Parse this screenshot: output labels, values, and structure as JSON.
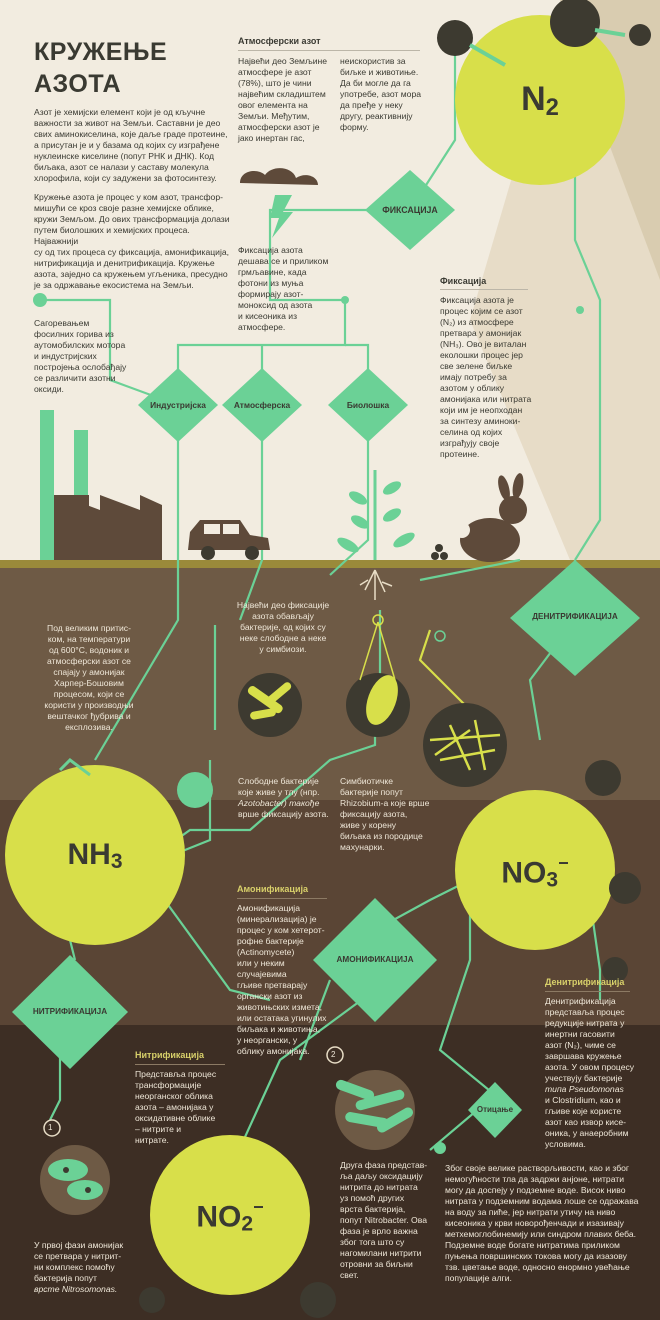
{
  "title": {
    "line1": "КРУЖЕЊЕ",
    "line2": "АЗОТА"
  },
  "intro": [
    "Азот је хемијски елемент који је од кључне",
    "важности за живот на Земљи. Саставни је део",
    "свих аминокиселина, које даље граде протеине,",
    "а присутан је и у базама од којих су изграђене",
    "нуклеинске киселине (попут РНК и ДНК). Код",
    "биљака, азот се налази у саставу молекула",
    "хлорофила, који су задужени за фотосинтезу."
  ],
  "intro2": [
    "Кружење азота је процес у ком азот, трансфор-",
    "мишући се кроз своје разне хемијске облике,",
    "кружи Земљом. До ових трансформација долази",
    "путем биолошких и хемијских процеса. Најважнији",
    "су од тих процеса су фиксација, амонификација,",
    "нитрификација и денитрификација. Кружење",
    "азота, заједно са кружењем угљеника, пресудно",
    "је за одржавање екосистема на Земљи."
  ],
  "atmospheric": {
    "heading": "Атмосферски азот",
    "col1": [
      "Највећи део Земљине",
      "атмосфере је азот",
      "(78%), што је чини",
      "највећим складиштем",
      "овог елемента на",
      "Земљи. Међутим,",
      "атмосферски азот је",
      "јако инертан гас,"
    ],
    "col2": [
      "неискористив за",
      "биљке и животиње.",
      "Да би могле да га",
      "употребе, азот мора",
      "да пређе у неку",
      "другу, реактивнију",
      "форму."
    ]
  },
  "molecules": {
    "n2": "N",
    "n2_sub": "2",
    "nh3": "NH",
    "nh3_sub": "3",
    "no3": "NO",
    "no3_sub": "3",
    "no3_sup": "−",
    "no2": "NO",
    "no2_sub": "2",
    "no2_sup": "−"
  },
  "process_labels": {
    "fixation": "ФИКСАЦИЈА",
    "industrial": "Индустријска",
    "atmospheric": "Атмосферска",
    "biological": "Биолошка",
    "denitrification": "ДЕНИТРИФИКАЦИЈА",
    "ammonification": "АМОНИФИКАЦИЈА",
    "nitrification": "НИТРИФИКАЦИЈА",
    "runoff": "Отицање"
  },
  "lightning_text": [
    "Фиксација азота",
    "дешава се и приликом",
    "грмљавине, када",
    "фотони из муња",
    "формирају азот-",
    "моноксид од азота",
    "и кисеоника из",
    "атмосфере."
  ],
  "fixation_box": {
    "heading": "Фиксација",
    "lines": [
      "Фиксација азота је",
      "процес којим се азот",
      "(N₂) из атмосфере",
      "претвара у амонијак",
      "(NH₃). Ово је виталан",
      "еколошки процес јер",
      "све зелене биљке",
      "имају потребу за",
      "азотом у облику",
      "амонијака или нитрата",
      "који им је неопходан",
      "за синтезу аминоки-",
      "селина од којих",
      "изграђују своје",
      "протеине."
    ]
  },
  "fossil_text": [
    "Сагоревањем",
    "фосилних горива из",
    "аутомобилских мотора",
    "и индустријских",
    "постројења ослобађају",
    "се различити азотни",
    "оксиди."
  ],
  "haber_text": [
    "Под великим притис-",
    "ком, на температури",
    "од 600°C, водоник и",
    "атмосферски азот се",
    "спајају у амонијак",
    "Харпер-Бошовим",
    "процесом, који се",
    "користи у производњи",
    "вештачког ђубрива и",
    "експлозива."
  ],
  "bacteria_text": [
    "Највећи део фиксације",
    "азота обављају",
    "бактерије, од којих су",
    "неке слободне а неке",
    "у симбиози."
  ],
  "free_bacteria": [
    "Слободне бактерије",
    "које живе у тлу (нпр.",
    "Azotobacter) такође",
    "врше фиксацију азота."
  ],
  "symbiotic": [
    "Симбиотичке",
    "бактерије попут",
    "Rhizobium-а које врше",
    "фиксацију азота,",
    "живе у корену",
    "биљака из породице",
    "махунарки."
  ],
  "ammonification_box": {
    "heading": "Амонификација",
    "lines": [
      "Амонификација",
      "(минерализација) је",
      "процес у ком хетерот-",
      "рофне бактерије",
      "(Actinomycete)",
      "или у неким",
      "случајевима",
      "гљиве претварају",
      "органски азот из",
      "животињских измета,",
      "или остатака угинулих",
      "биљака и животиња,",
      "у неоргански, у",
      "облику амонијака."
    ]
  },
  "nitrification_box": {
    "heading": "Нитрификација",
    "lines": [
      "Представља процес",
      "трансформације",
      "неорганског облика",
      "азота – амонијака у",
      "оксидативне облике",
      "– нитрите и",
      "нитрате."
    ]
  },
  "nitrif_step1": [
    "У првој фази амонијак",
    "се претвара у нитрит-",
    "ни комплекс помоћу",
    "бактерија попут",
    "врсте Nitrosomonas."
  ],
  "nitrif_step2": [
    "Друга фаза представ-",
    "ља даљу оксидацију",
    "нитрита до нитрата",
    "уз помоћ других",
    "врста бактерија,",
    "попут Nitrobacter. Ова",
    "фаза је врло важна",
    "због тога што су",
    "нагомилани нитрити",
    "отровни за биљни",
    "свет."
  ],
  "step_numbers": {
    "one": "1",
    "two": "2"
  },
  "denitrification_box": {
    "heading": "Денитрификација",
    "lines": [
      "Денитрификација",
      "представља процес",
      "редукције нитрата у",
      "инертни гасовити",
      "азот (N₂), чиме се",
      "завршава кружење",
      "азота. У овом процесу",
      "учествују бактерије",
      "типа Pseudomonas",
      "и Clostridium, као и",
      "гљиве које користе",
      "азот као извор кисе-",
      "оника, у анаеробним",
      "условима."
    ]
  },
  "runoff_text": [
    "Због своје велике растворљивости, као и због",
    "немогућности тла да задржи анјоне, нитрати",
    "могу да доспеју у подземне воде. Висок ниво",
    "нитрата у подземним водама лоше се одражава",
    "на воду за пиће, јер нитрати утичу на ниво",
    "кисеоника у крви новорођенчади и изазивају",
    "метхемоглобинемију или синдром плавих беба.",
    "Подземне воде богате нитратима приликом",
    "пуњења површинских токова могу да изазову",
    "тзв. цветање воде, односно енормно увећање",
    "популације алги."
  ],
  "colors": {
    "bg_top": "#f2ece0",
    "soil1": "#6e5a45",
    "soil2": "#5a4535",
    "soil3": "#3d2e24",
    "green": "#6bd196",
    "yellow": "#d8df4a",
    "dark": "#3d3a30"
  }
}
